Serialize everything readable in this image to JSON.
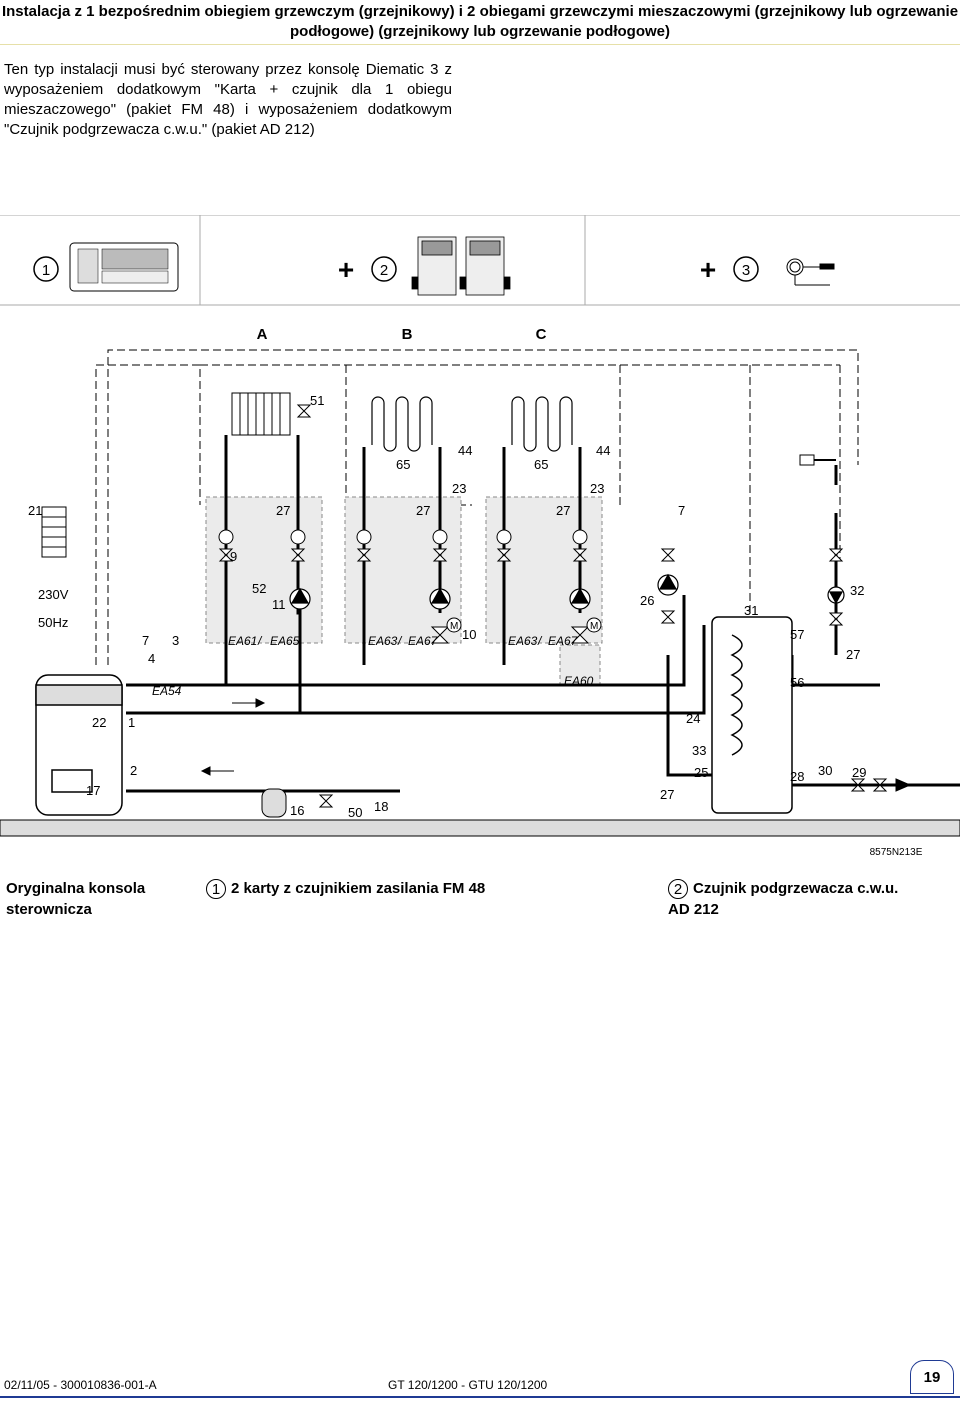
{
  "header": {
    "title": "Instalacja z 1 bezpośrednim obiegiem grzewczym (grzejnikowy) i 2 obiegami grzewczymi mieszaczowymi (grzejnikowy lub ogrzewanie podłogowe) (grzejnikowy lub ogrzewanie podłogowe)"
  },
  "intro": {
    "text": "Ten typ instalacji musi być sterowany przez konsolę Diematic 3 z wyposażeniem dodatkowym \"Karta + czujnik dla 1 obiegu mieszaczowego\" (pakiet FM 48) i wyposażeniem dodatkowym \"Czujnik podgrzewacza c.w.u.\" (pakiet AD 212)"
  },
  "diagram": {
    "top_boxes": {
      "n1": "1",
      "n2": "2",
      "n3": "3",
      "plus": "+"
    },
    "circuits": [
      "A",
      "B",
      "C"
    ],
    "labels": {
      "l51": "51",
      "l65a": "65",
      "l65b": "65",
      "l44a": "44",
      "l44b": "44",
      "l23a": "23",
      "l23b": "23",
      "l21": "21",
      "l27a": "27",
      "l27b": "27",
      "l27c": "27",
      "l7": "7",
      "l9": "9",
      "l52": "52",
      "l11": "11",
      "l10": "10",
      "l26": "26",
      "l31": "31",
      "l57": "57",
      "l32": "32",
      "l27d": "27",
      "l56": "56",
      "l24": "24",
      "l33": "33",
      "l25": "25",
      "l27e": "27",
      "l28": "28",
      "l30": "30",
      "l29": "29",
      "l22": "22",
      "l1": "1",
      "l2": "2",
      "l17": "17",
      "l16": "16",
      "l50": "50",
      "l18": "18",
      "l4": "4",
      "l3": "3",
      "l7b": "7",
      "m": "M",
      "ea61": "EA61",
      "ea65": "EA65",
      "ea63a": "EA63",
      "ea67a": "EA67",
      "ea63b": "EA63",
      "ea67b": "EA67",
      "ea60": "EA60",
      "ea54": "EA54",
      "slash": "/",
      "v230": "230V",
      "hz50": "50Hz",
      "code": "8575N213E"
    }
  },
  "legend": {
    "col1": "Oryginalna konsola sterownicza",
    "col2_num": "1",
    "col2": "2 karty z czujnikiem zasilania FM 48",
    "col3_num": "2",
    "col3": "Czujnik podgrzewacza c.w.u.",
    "col3_b": "AD 212"
  },
  "footer": {
    "left": "02/11/05 - 300010836-001-A",
    "center": "GT 120/1200 - GTU 120/1200",
    "page": "19"
  },
  "colors": {
    "accent": "#1f3a93",
    "box_fill": "#ebebeb"
  }
}
